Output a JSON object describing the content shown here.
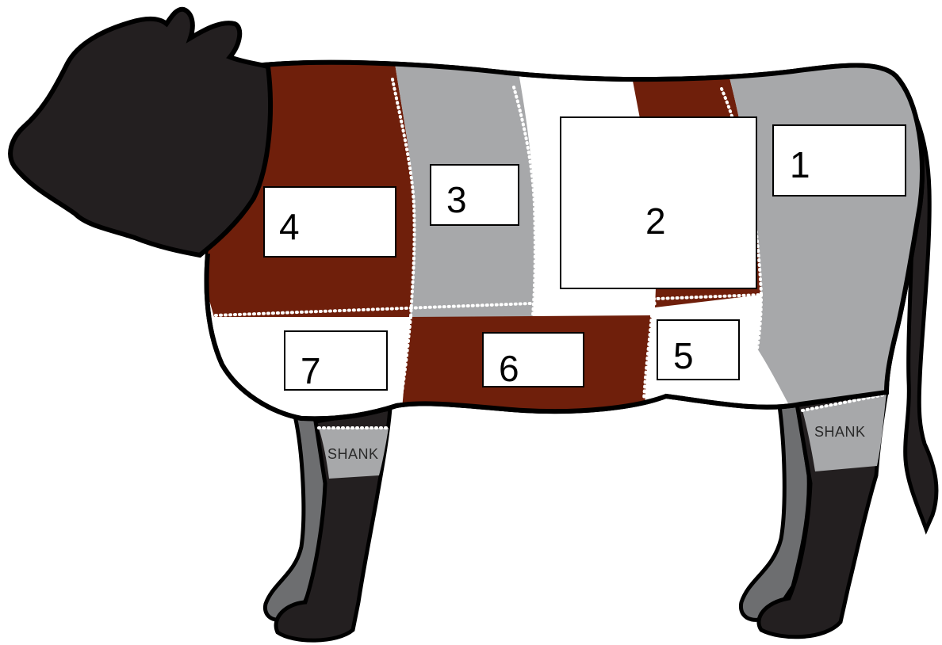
{
  "diagram": {
    "labels": [
      {
        "id": "label-1",
        "text": "1"
      },
      {
        "id": "label-2",
        "text": "2"
      },
      {
        "id": "label-3",
        "text": "3"
      },
      {
        "id": "label-4",
        "text": "4"
      },
      {
        "id": "label-5",
        "text": "5"
      },
      {
        "id": "label-6",
        "text": "6"
      },
      {
        "id": "label-7",
        "text": "7"
      }
    ],
    "shank_front": "SHANK",
    "shank_rear": "SHANK"
  },
  "colors": {
    "outline": "#000000",
    "head": "#231f20",
    "red_cut": "#6f1f0b",
    "gray_cut": "#a7a8aa",
    "white_cut": "#ffffff",
    "hoof_gray": "#6d6e70"
  }
}
